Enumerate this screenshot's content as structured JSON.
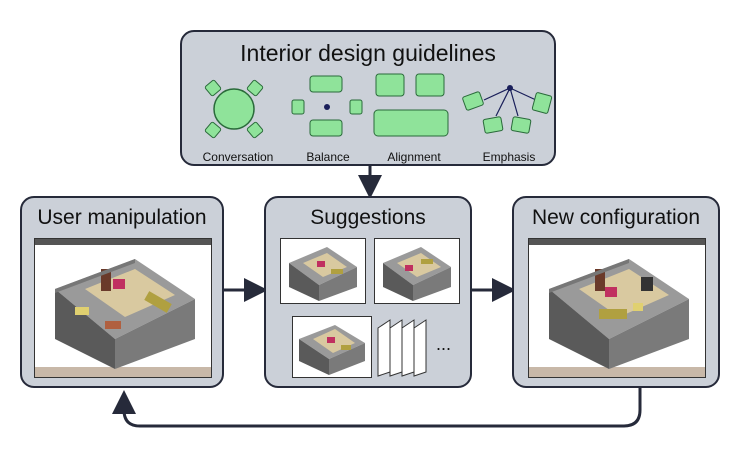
{
  "guidelines": {
    "title": "Interior design guidelines",
    "items": [
      {
        "label": "Conversation"
      },
      {
        "label": "Balance"
      },
      {
        "label": "Alignment"
      },
      {
        "label": "Emphasis"
      }
    ]
  },
  "user_panel": {
    "title": "User manipulation"
  },
  "suggest_panel": {
    "title": "Suggestions",
    "more": "..."
  },
  "new_panel": {
    "title": "New configuration"
  },
  "colors": {
    "panel_fill": "#cbd0d8",
    "panel_border": "#262a3a",
    "furniture_green": "#8fe39a",
    "arrow": "#262a3a"
  }
}
